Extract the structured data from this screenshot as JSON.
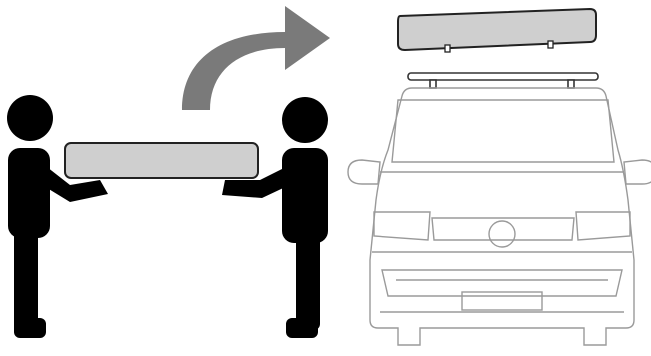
{
  "illustration": {
    "figures": [
      {
        "role": "person-left",
        "icon": "person-pictogram"
      },
      {
        "role": "person-right",
        "icon": "person-pictogram"
      }
    ],
    "carried_object": {
      "icon": "roof-box",
      "state": "held-by-two-people"
    },
    "arrow": {
      "icon": "curved-arrow-up-right"
    },
    "mounted_object": {
      "icon": "roof-box",
      "state": "lifted-above-rack"
    },
    "rack": {
      "icon": "roof-rack-crossbar"
    },
    "vehicle": {
      "icon": "van-front-view"
    },
    "colors": {
      "figure": "#000000",
      "box_fill": "#cfcfcf",
      "box_stroke": "#222222",
      "arrow": "#7a7a7a",
      "vehicle_line": "#9a9a9a",
      "background": "#ffffff"
    }
  }
}
